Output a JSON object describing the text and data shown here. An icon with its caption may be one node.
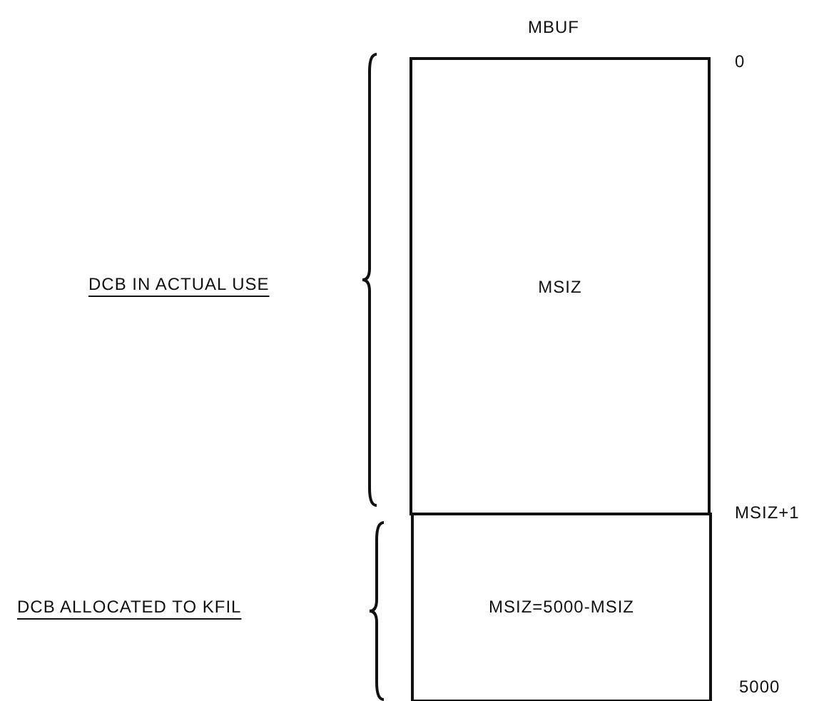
{
  "diagram": {
    "nodes": [
      {
        "text": [
          "MSIZ"
        ]
      },
      {
        "text": [
          "MSIZ=5000-MSIZ"
        ]
      }
    ],
    "labels": [
      "MBUF",
      "0",
      "DCB IN ACTUAL USE",
      "MSIZ+1",
      "DCB ALLOCATED TO KFIL",
      "5000"
    ]
  }
}
